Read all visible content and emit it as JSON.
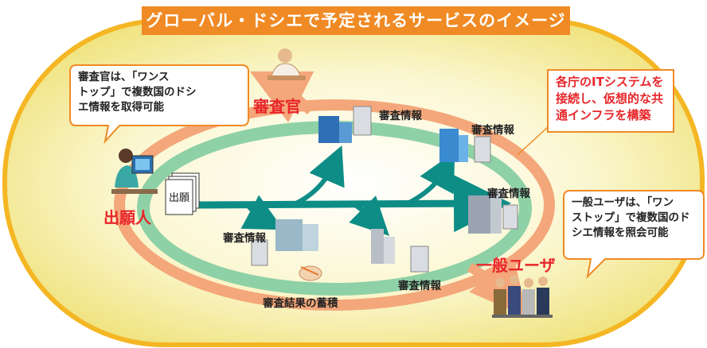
{
  "title": "グローバル・ドシエで予定されるサービスのイメージ",
  "examiner": {
    "role": "審査官",
    "note": [
      "審査官は、「ワンス",
      "トップ」で複数国のドシ",
      "エ情報を取得可能"
    ]
  },
  "applicant": {
    "role": "出願人",
    "document": "出願"
  },
  "general_user": {
    "role": "一般ユーザ",
    "note": [
      "一般ユーザは、「ワン",
      "ストップ」で複数国のド",
      "シエ情報を照会可能"
    ]
  },
  "infrastructure_note": [
    "各庁のITシステムを",
    "接続し、仮想的な共",
    "通インフラを構築"
  ],
  "exam_info_labels": [
    "審査情報",
    "審査情報",
    "審査情報",
    "審査情報",
    "審査情報"
  ],
  "accumulation_label": "審査結果の蓄積",
  "colors": {
    "title_bg": "#f08a24",
    "role_text": "#e8262a",
    "outer_frame": "#f4b623",
    "ring_orange": "#f4a77a",
    "ring_green": "#8fd1a6",
    "arrow_teal": "#0e8d86"
  },
  "icons": [
    "examiner-person-icon",
    "applicant-computer-icon",
    "office-building-icon",
    "server-icon",
    "user-group-icon",
    "pen-hand-icon"
  ]
}
